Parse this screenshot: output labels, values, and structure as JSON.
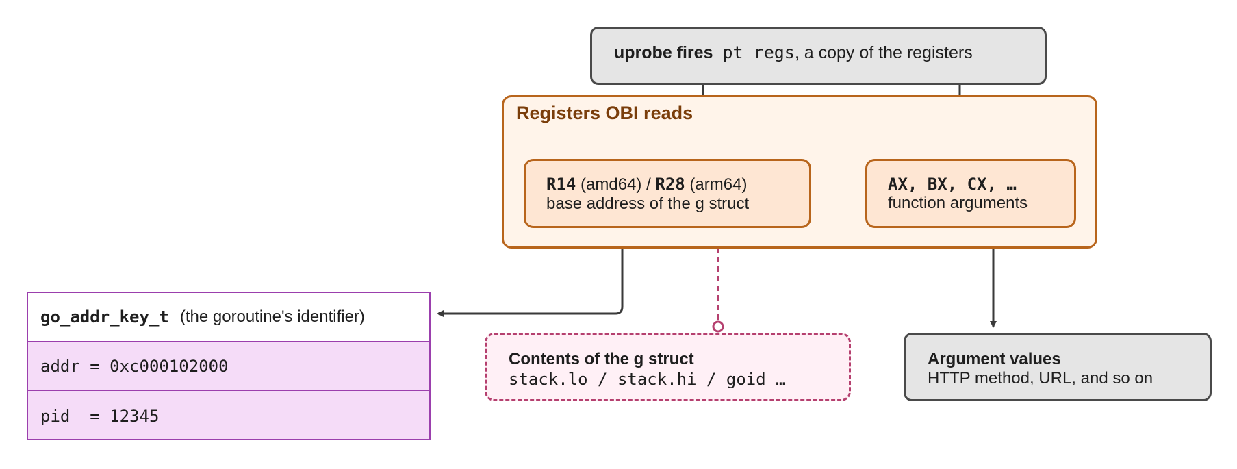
{
  "uprobe": {
    "bold": "uprobe fires",
    "code": "pt_regs",
    "rest": ", a copy of the registers"
  },
  "registers_group": {
    "title": "Registers OBI reads"
  },
  "r14": {
    "reg_a": "R14",
    "arch_a": " (amd64) / ",
    "reg_b": "R28",
    "arch_b": " (arm64)",
    "desc": "base address of the g struct"
  },
  "ax": {
    "regs": "AX, BX, CX, …",
    "desc": "function arguments"
  },
  "goaddr": {
    "name": "go_addr_key_t",
    "desc": "(the goroutine's identifier)",
    "rows": [
      "addr = 0xc000102000",
      "pid  = 12345"
    ]
  },
  "gstruct": {
    "title": "Contents of the g struct",
    "fields": "stack.lo / stack.hi / goid …"
  },
  "args": {
    "title": "Argument values",
    "desc": "HTTP method, URL, and so on"
  },
  "colors": {
    "wire": "#3a3a3a",
    "dashed_wire": "#b5406f",
    "group_border": "#b8651c",
    "group_fill": "#fff4ea",
    "register_fill": "#fee6d3",
    "struct_border": "#9b3fad",
    "struct_fill": "#f5dcf8",
    "gstruct_fill": "#fff0f6",
    "grey_fill": "#e5e5e5"
  }
}
